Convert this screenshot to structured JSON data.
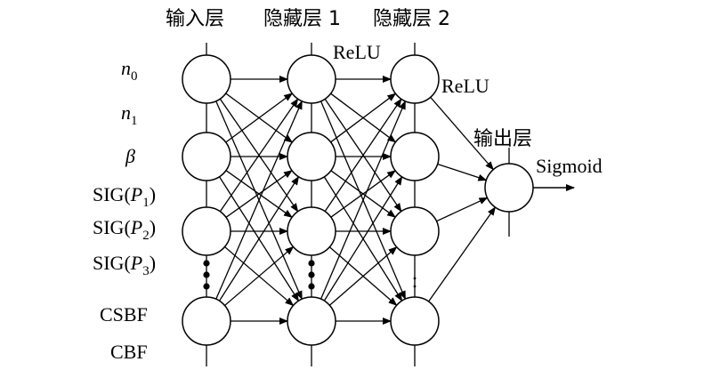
{
  "headers": {
    "input_layer": "输入层",
    "hidden_layer_1": "隐藏层 1",
    "hidden_layer_2": "隐藏层 2",
    "output_layer": "输出层"
  },
  "activations": {
    "hidden_1": "ReLU",
    "hidden_2": "ReLU",
    "output": "Sigmoid"
  },
  "input_labels": {
    "n0": {
      "base": "n",
      "sub": "0"
    },
    "n1": {
      "base": "n",
      "sub": "1"
    },
    "beta": {
      "base": "β"
    },
    "sig_p1": {
      "pre": "SIG(",
      "var": "P",
      "sub": "1",
      "post": ")"
    },
    "sig_p2": {
      "pre": "SIG(",
      "var": "P",
      "sub": "2",
      "post": ")"
    },
    "sig_p3": {
      "pre": "SIG(",
      "var": "P",
      "sub": "3",
      "post": ")"
    },
    "csbf": "CSBF",
    "cbf": "CBF"
  },
  "colors": {
    "stroke": "#000000",
    "background": "#ffffff"
  }
}
